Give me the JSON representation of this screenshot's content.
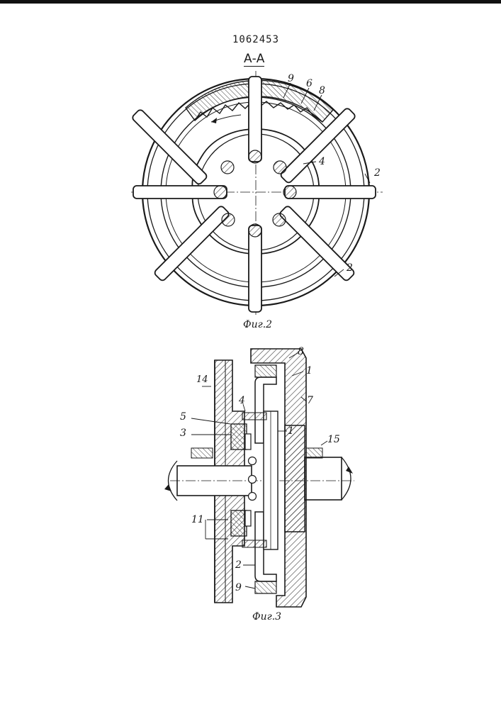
{
  "document": {
    "number": "1062453",
    "section_label": "А-А"
  },
  "figure2": {
    "caption": "Фиг.2",
    "labels": {
      "l9": "9",
      "l6": "6",
      "l8": "8",
      "l4": "4",
      "l2a": "2",
      "l2b": "2"
    }
  },
  "figure3": {
    "caption": "Фиг.3",
    "labels": {
      "l8": "8",
      "l1a": "1",
      "l14": "14",
      "l7": "7",
      "l4": "4",
      "l5": "5",
      "l3": "3",
      "l1b": "1",
      "l15": "15",
      "l11": "11",
      "l2": "2",
      "l9": "9"
    }
  }
}
